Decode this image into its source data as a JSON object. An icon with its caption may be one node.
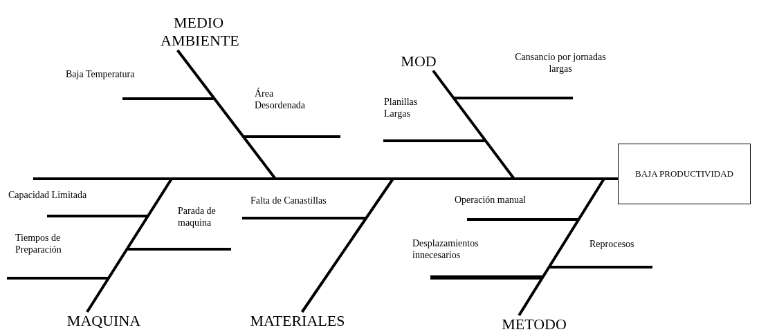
{
  "diagram": {
    "nodes": [
      {
        "text": [
          "MEDIO AMBIENTE"
        ]
      },
      {
        "text": [
          "MOD"
        ]
      },
      {
        "text": [
          "BAJA PRODUCTIVIDAD"
        ]
      },
      {
        "text": [
          "MAQUINA"
        ]
      },
      {
        "text": [
          "MATERIALES"
        ]
      },
      {
        "text": [
          "METODO"
        ]
      }
    ],
    "edges": [
      {
        "from": null,
        "to": 2,
        "arrow": "none"
      },
      {
        "from": 0,
        "to": 2,
        "arrow": "none"
      },
      {
        "from": 1,
        "to": 2,
        "arrow": "none"
      },
      {
        "from": 3,
        "to": 2,
        "arrow": "none"
      },
      {
        "from": 4,
        "to": 2,
        "arrow": "none"
      },
      {
        "from": 5,
        "to": 2,
        "arrow": "none"
      }
    ],
    "labels": [
      "Cansancio por jornadas largas",
      "Baja Temperatura",
      "Área Desordenada",
      "Planillas Largas",
      "Capacidad Limitada",
      "Parada de maquina",
      "Falta de Canastillas",
      "Operación manual",
      "Tiempos de Preparación",
      "Desplazamientos innecesarios",
      "Reprocesos"
    ]
  }
}
